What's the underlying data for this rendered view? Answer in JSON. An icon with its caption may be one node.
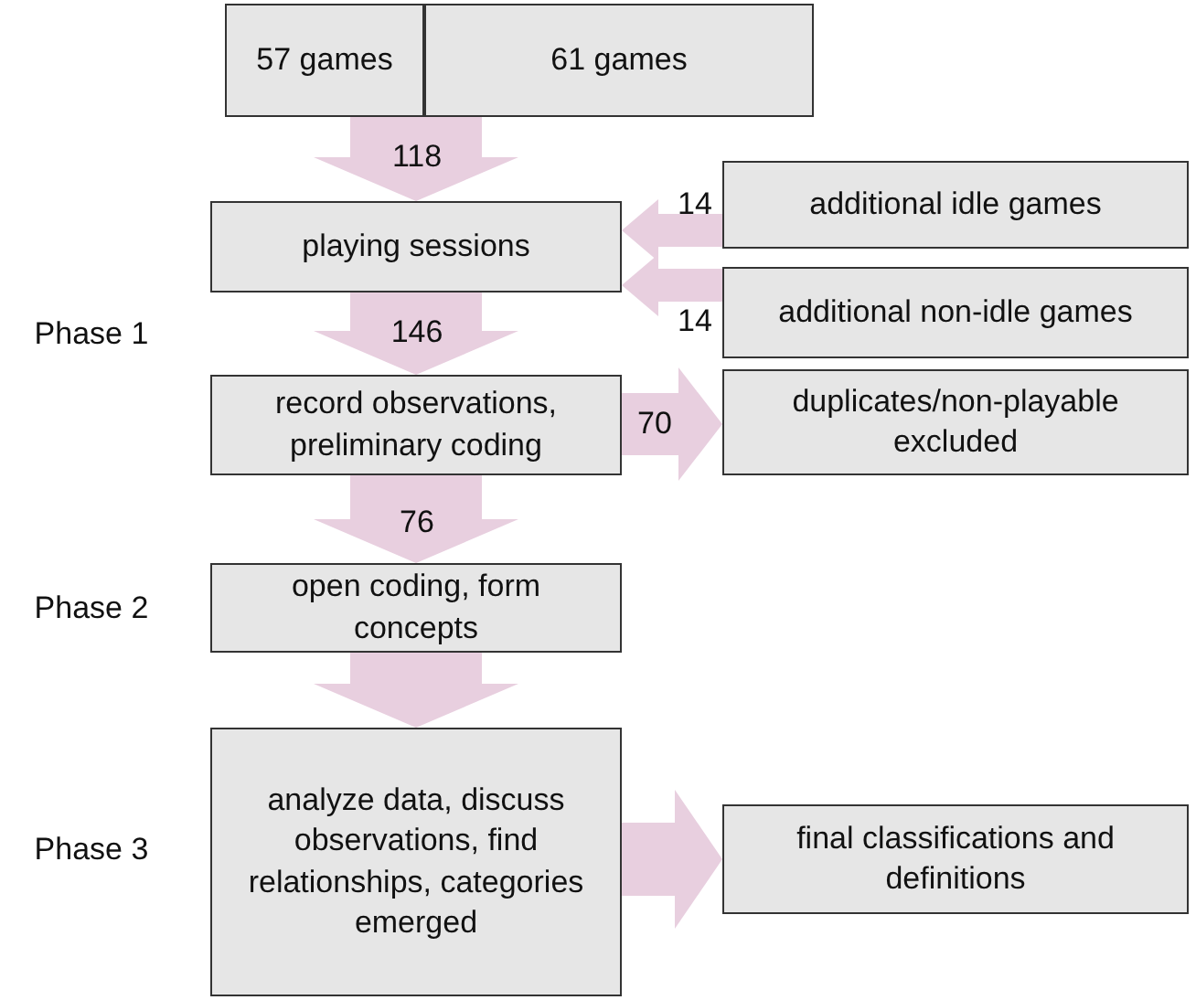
{
  "diagram": {
    "nodes": [
      {
        "text": [
          "57 games"
        ]
      },
      {
        "text": [
          "61 games"
        ]
      },
      {
        "text": [
          "playing sessions"
        ]
      },
      {
        "text": [
          "additional idle games"
        ]
      },
      {
        "text": [
          "additional non-idle games"
        ]
      },
      {
        "text": [
          "record observations, preliminary coding"
        ]
      },
      {
        "text": [
          "duplicates/non-playable excluded"
        ]
      },
      {
        "text": [
          "open coding, form concepts"
        ]
      },
      {
        "text": [
          "analyze data, discuss observations, find relationships, categories emerged"
        ]
      },
      {
        "text": [
          "final classifications and definitions"
        ]
      }
    ],
    "edges": [
      {
        "from": 0,
        "to": 2,
        "arrow": "to",
        "label": "118"
      },
      {
        "from": 1,
        "to": 2,
        "arrow": "to"
      },
      {
        "from": 3,
        "to": 2,
        "arrow": "to",
        "label": "14"
      },
      {
        "from": 4,
        "to": 2,
        "arrow": "to",
        "label": "14"
      },
      {
        "from": 2,
        "to": 5,
        "arrow": "to",
        "label": "146"
      },
      {
        "from": 5,
        "to": 6,
        "arrow": "to",
        "label": "70"
      },
      {
        "from": 5,
        "to": 7,
        "arrow": "to",
        "label": "76"
      },
      {
        "from": 7,
        "to": 8,
        "arrow": "to"
      },
      {
        "from": 8,
        "to": 9,
        "arrow": "to"
      }
    ],
    "labels": [
      "Phase 1",
      "Phase 2",
      "Phase 3"
    ]
  }
}
